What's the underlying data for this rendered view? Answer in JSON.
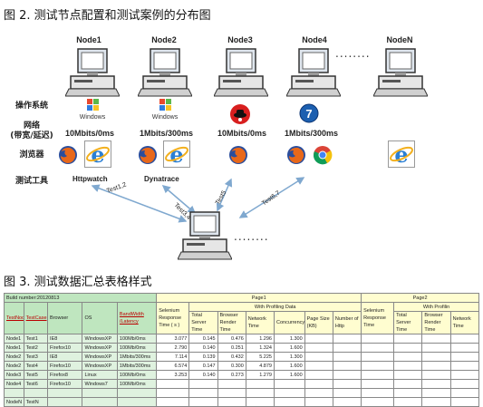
{
  "fig2_title": "图 2. 测试节点配置和测试案例的分布图",
  "fig3_title": "图 3. 测试数据汇总表格样式",
  "nodes": [
    "Node1",
    "Node2",
    "Node3",
    "Node4",
    "NodeN"
  ],
  "row_labels": {
    "os": "操作系统",
    "network": "网络\n(带宽/延迟)",
    "browser": "浏览器",
    "tool": "测试工具"
  },
  "os_logos": {
    "node1": "Windows",
    "node2": "Windows"
  },
  "networks": [
    "10Mbits/0ms",
    "1Mbits/300ms",
    "10Mbits/0ms",
    "1Mbits/300ms"
  ],
  "tools": [
    "Httpwatch",
    "Dynatrace"
  ],
  "arrows": [
    "Test1,2",
    "Test3,4",
    "Test5",
    "Test6,7"
  ],
  "dots": "........",
  "table": {
    "build": "Build number:20120813",
    "page1": "Page1",
    "page2": "Page2",
    "with_profiling": "With Profiling Data",
    "with_profiling2": "With Profilin",
    "headers": [
      "TestNode",
      "TestCase",
      "Browser",
      "OS",
      "BandWidth /Latency",
      "Selenium Response Time ( s )",
      "Total Server Time",
      "Browser Render Time",
      "Network Time",
      "Concurrency",
      "Page Size (KB)",
      "Number of Http",
      "Selenium Response Time",
      "Total Server Time",
      "Browser Render Time",
      "Network Time"
    ],
    "rows": [
      [
        "Node1",
        "Test1",
        "IE8",
        "WindowsXP",
        "100Mb/0ms",
        "3.077",
        "0.145",
        "0.476",
        "1.296",
        "1.300"
      ],
      [
        "Node1",
        "Test2",
        "Firefox10",
        "WindowsXP",
        "100Mb/0ms",
        "2.790",
        "0.140",
        "0.251",
        "1.324",
        "1.600"
      ],
      [
        "Node2",
        "Test3",
        "IE8",
        "WindowsXP",
        "1Mbits/300ms",
        "7.114",
        "0.139",
        "0.432",
        "5.225",
        "1.300"
      ],
      [
        "Node2",
        "Test4",
        "Firefox10",
        "WindowsXP",
        "1Mbits/300ms",
        "6.574",
        "0.147",
        "0.300",
        "4.879",
        "1.600"
      ],
      [
        "Node3",
        "Test5",
        "Firefox8",
        "Linux",
        "100Mb/0ms",
        "3.253",
        "0.140",
        "0.273",
        "1.279",
        "1.600"
      ],
      [
        "Node4",
        "Test6",
        "Firefox10",
        "Windows7",
        "100Mb/0ms",
        "",
        "",
        "",
        "",
        ""
      ],
      [
        "",
        "",
        "",
        "",
        "",
        "",
        "",
        "",
        "",
        ""
      ],
      [
        "NodeN",
        "TestN",
        "",
        "",
        "",
        "",
        "",
        "",
        "",
        ""
      ]
    ]
  },
  "colors": {
    "green": "#bfe6bf",
    "yellow": "#fffdd0",
    "arrow": "#7fa8cf"
  }
}
